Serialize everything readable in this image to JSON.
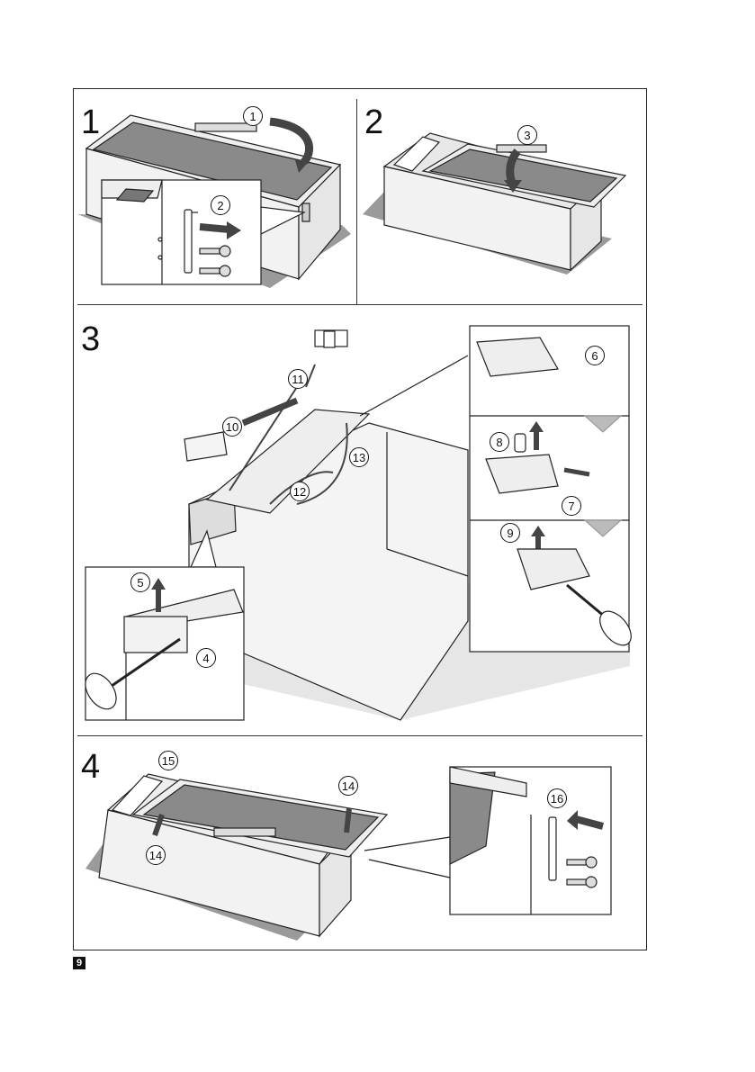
{
  "page": {
    "number": "9"
  },
  "steps": [
    {
      "label": "1",
      "callouts": [
        "1",
        "2"
      ]
    },
    {
      "label": "2",
      "callouts": [
        "3"
      ]
    },
    {
      "label": "3",
      "callouts": [
        "4",
        "5",
        "6",
        "7",
        "8",
        "9",
        "10",
        "11",
        "12",
        "13"
      ]
    },
    {
      "label": "4",
      "callouts": [
        "14",
        "14",
        "15",
        "16"
      ]
    }
  ],
  "colors": {
    "shadow": "#9a9a9a",
    "panel": "#f2f2f2",
    "glass": "#8a8a8a",
    "line": "#222222"
  }
}
